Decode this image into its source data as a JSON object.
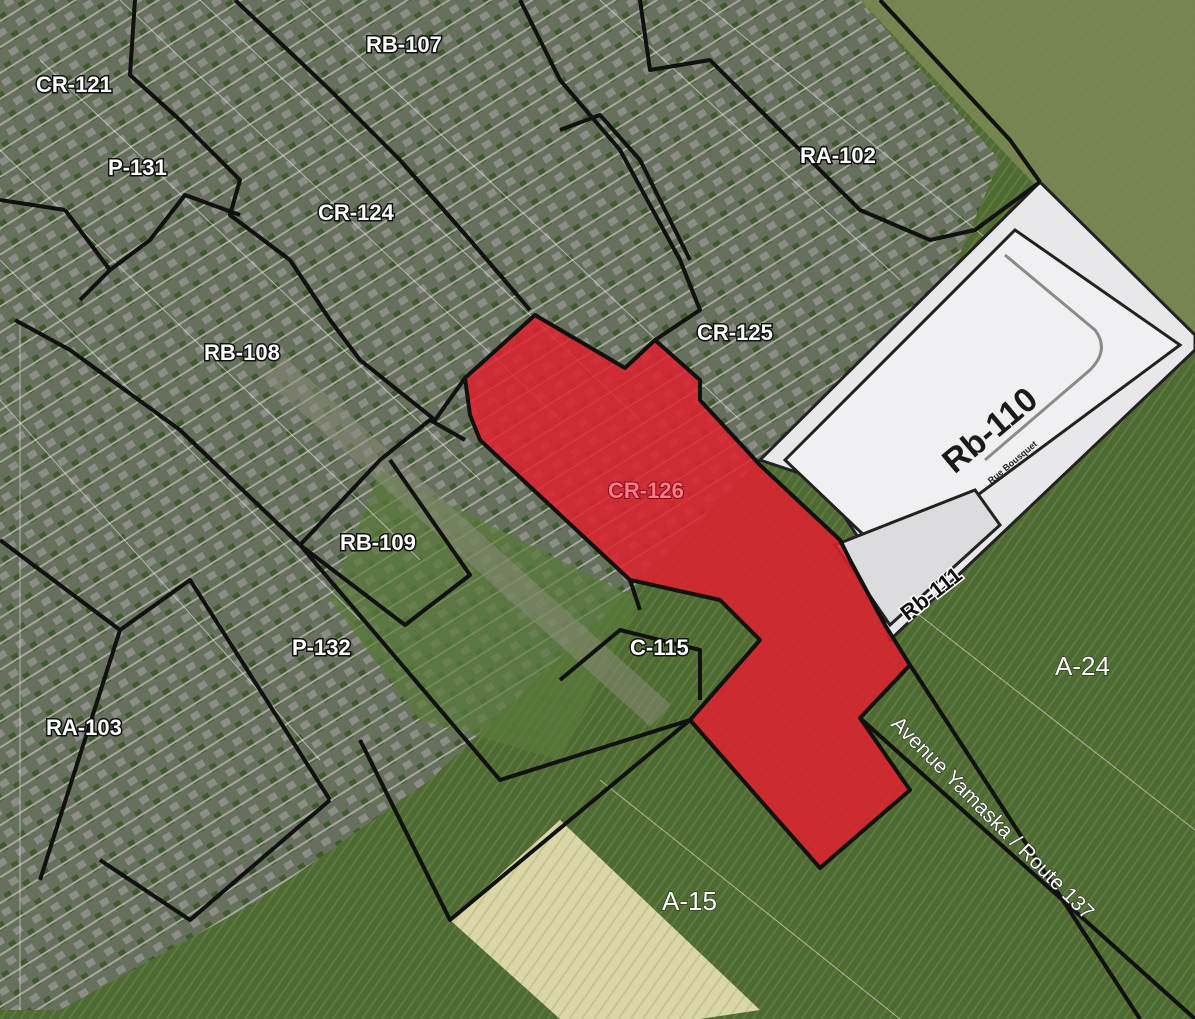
{
  "zones": {
    "cr121": "CR-121",
    "rb107": "RB-107",
    "ra102": "RA-102",
    "p131": "P-131",
    "cr124": "CR-124",
    "cr125": "CR-125",
    "rb108": "RB-108",
    "rb110": "Rb-110",
    "cr126": "CR-126",
    "rb109": "RB-109",
    "rb111": "Rb-111",
    "p132": "P-132",
    "c115": "C-115",
    "a24": "A-24",
    "ra103": "RA-103",
    "a15": "A-15"
  },
  "streets": {
    "rue_bousquet": "Rue Bousquet",
    "avenue_yamaska": "Avenue Yamaska / Route 137"
  },
  "colors": {
    "highlight_zone": "#e0202e",
    "boundary": "#111111",
    "residential_new": "#e8e8ea",
    "farmland": "#4e6630",
    "urban": "#6f7a62"
  }
}
